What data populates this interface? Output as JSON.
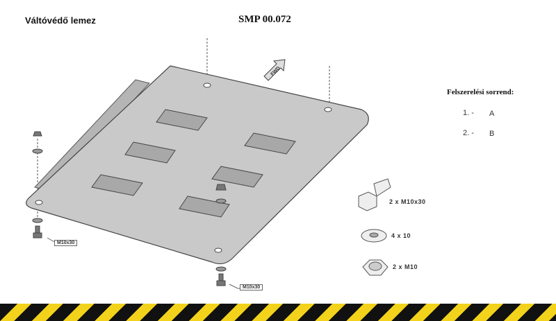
{
  "header": {
    "title": "Váltóvédő lemez",
    "code": "SMP 00.072"
  },
  "diagram": {
    "direction_label": "FWD",
    "callouts": [
      "M10x30",
      "M10x30"
    ]
  },
  "sequence": {
    "title": "Felszerelési sorrend:",
    "steps": [
      {
        "num": "1.  -",
        "label": "A"
      },
      {
        "num": "2.  -",
        "label": "B"
      }
    ]
  },
  "parts": [
    {
      "icon": "bolt-icon",
      "label": "2  x  M10x30"
    },
    {
      "icon": "washer-icon",
      "label": "4  x   10"
    },
    {
      "icon": "nut-icon",
      "label": "2  x  M10"
    }
  ],
  "colors": {
    "plate": "#c9c9c9",
    "stripe_yellow": "#f2d21a",
    "stripe_black": "#111111"
  }
}
